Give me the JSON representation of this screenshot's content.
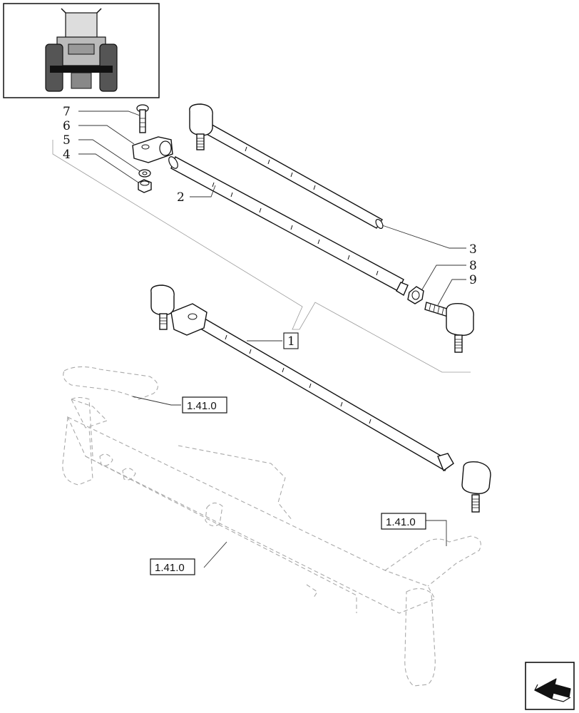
{
  "callouts": {
    "c1": "1",
    "c2": "2",
    "c3": "3",
    "c4": "4",
    "c5": "5",
    "c6": "6",
    "c7": "7",
    "c8": "8",
    "c9": "9"
  },
  "references": {
    "ref_upper_left": "1.41.0",
    "ref_right": "1.41.0",
    "ref_lower_left": "1.41.0"
  },
  "icons": {
    "thumbnail": "tractor-front-view-thumbnail",
    "nav": "previous-page-arrow-icon"
  },
  "colors": {
    "line": "#111111",
    "ghost": "#a9a9a9",
    "leader": "#333333"
  }
}
